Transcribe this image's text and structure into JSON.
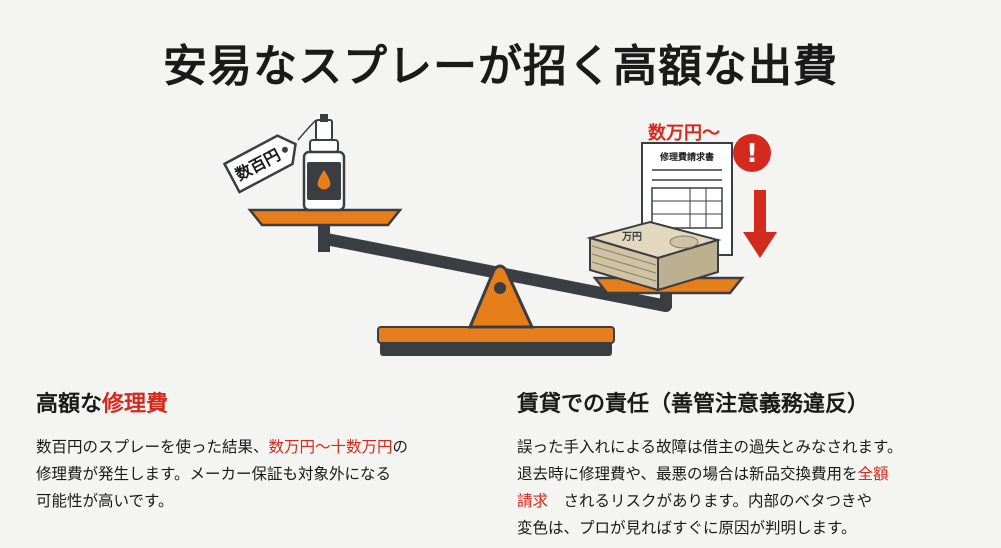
{
  "title": "安易なスプレーが招く高額な出費",
  "illustration": {
    "price_tag": "数百円",
    "cost_label": "数万円〜",
    "invoice_title": "修理費請求書",
    "money_label": "万円",
    "warning_mark": "!"
  },
  "left": {
    "heading_pre": "高額な",
    "heading_highlight": "修理費",
    "p1": "数百円のスプレーを使った結果、",
    "p1_highlight": "数万円〜十数万円",
    "p1_end": "の",
    "p2": "修理費が発生します。メーカー保証も対象外になる",
    "p3": "可能性が高いです。"
  },
  "right": {
    "heading": "賃貸での責任（善管注意義務違反）",
    "p1": "誤った手入れによる故障は借主の過失とみなされます。",
    "p2": "退去時に修理費や、最悪の場合は新品交換費用を",
    "p2_highlight": "全額",
    "p3_highlight": "請求",
    "p3": "　されるリスクがあります。内部のベタつきや",
    "p4": "変色は、プロが見ればすぐに原因が判明します。"
  },
  "colors": {
    "accent_red": "#d42a1e",
    "orange": "#e67e1c",
    "dark": "#3a3d42"
  }
}
